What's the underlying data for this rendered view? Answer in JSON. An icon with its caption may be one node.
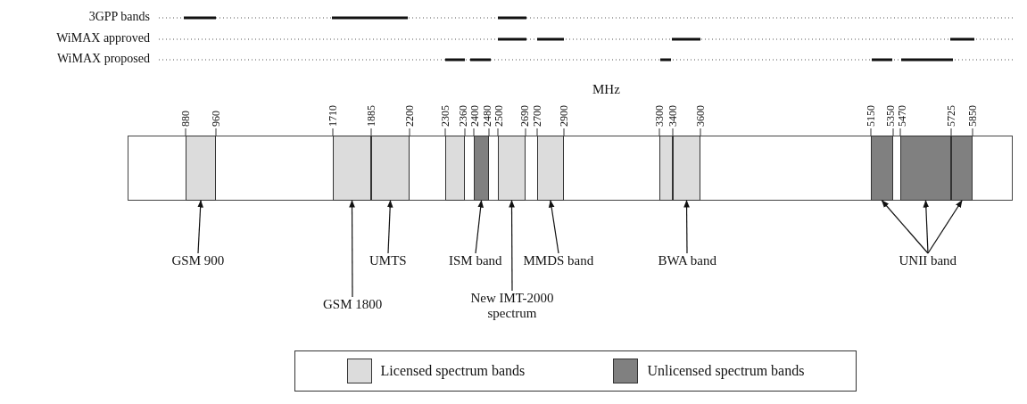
{
  "diagram": {
    "nodes": [
      {
        "text": [],
        "shape": "bar"
      },
      {
        "text": [],
        "shape": "bar"
      },
      {
        "text": [],
        "shape": "bar"
      },
      {
        "text": [],
        "shape": "bar"
      },
      {
        "text": [],
        "shape": "bar"
      },
      {
        "text": [],
        "shape": "bar"
      },
      {
        "text": [],
        "shape": "bar"
      },
      {
        "text": [],
        "shape": "bar"
      },
      {
        "text": [],
        "shape": "bar"
      },
      {
        "text": [],
        "shape": "bar"
      },
      {
        "text": [],
        "shape": "bar"
      },
      {
        "text": [],
        "shape": "bar"
      },
      {
        "text": [
          "GSM 900"
        ]
      },
      {
        "text": [
          "GSM 1800"
        ]
      },
      {
        "text": [
          "UMTS"
        ]
      },
      {
        "text": [
          "ISM band"
        ]
      },
      {
        "text": [
          "New IMT-2000 spectrum"
        ]
      },
      {
        "text": [
          "MMDS band"
        ]
      },
      {
        "text": [
          "BWA band"
        ]
      },
      {
        "text": [
          "UNII band"
        ]
      }
    ],
    "edges": [
      {
        "from": 12,
        "to": 0,
        "arrow": "to"
      },
      {
        "from": 13,
        "to": 1,
        "arrow": "to"
      },
      {
        "from": 14,
        "to": 2,
        "arrow": "to"
      },
      {
        "from": 15,
        "to": 4,
        "arrow": "to"
      },
      {
        "from": 16,
        "to": 5,
        "arrow": "to"
      },
      {
        "from": 17,
        "to": 6,
        "arrow": "to"
      },
      {
        "from": 18,
        "to": 8,
        "arrow": "to"
      },
      {
        "from": 19,
        "to": 9,
        "arrow": "to"
      },
      {
        "from": 19,
        "to": 10,
        "arrow": "to"
      },
      {
        "from": 19,
        "to": 11,
        "arrow": "to"
      }
    ],
    "labels": [
      "3GPP bands",
      "WiMAX approved",
      "WiMAX proposed",
      "880",
      "960",
      "1710",
      "1885",
      "2200",
      "2305",
      "2360",
      "2400",
      "2480",
      "2500",
      "2690",
      "2700",
      "2900",
      "MHz",
      "3300",
      "3400",
      "3600",
      "5150",
      "5350",
      "5470",
      "5725",
      "5850"
    ],
    "legend": [
      {
        "text": "Licensed spectrum bands",
        "color": "#dcdcdc"
      },
      {
        "text": "Unlicensed spectrum bands",
        "color": "#808080"
      }
    ]
  }
}
